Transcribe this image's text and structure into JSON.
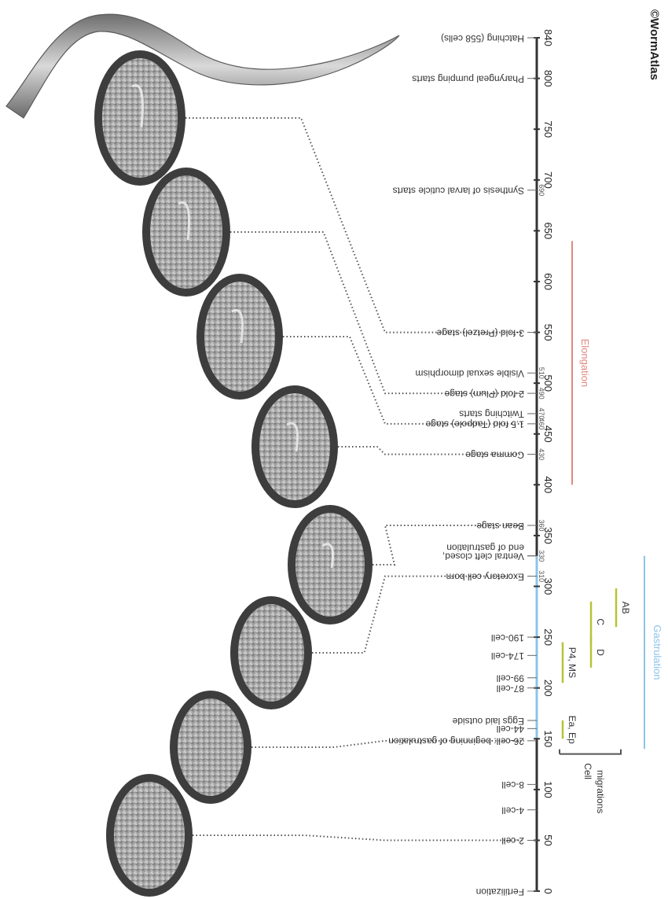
{
  "watermark": "©WormAtlas",
  "axis": {
    "ticks": [
      0,
      50,
      100,
      150,
      200,
      250,
      300,
      350,
      400,
      450,
      500,
      550,
      600,
      650,
      700,
      750,
      800,
      840
    ],
    "highlight_gastrulation": [
      150,
      330
    ]
  },
  "events": [
    {
      "t": 0,
      "label": "Fertilization",
      "marker": ""
    },
    {
      "t": 50,
      "label": "2-cell",
      "marker": ""
    },
    {
      "t": 80,
      "label": "4-cell",
      "marker": ""
    },
    {
      "t": 105,
      "label": "8-cell",
      "marker": ""
    },
    {
      "t": 148,
      "label": "26-cell: beginning of gastrulation",
      "marker": ""
    },
    {
      "t": 160,
      "label": "44-cell",
      "marker": ""
    },
    {
      "t": 168,
      "label": "Eggs laid outside",
      "marker": ""
    },
    {
      "t": 200,
      "label": "87-cell",
      "marker": ""
    },
    {
      "t": 210,
      "label": "99-cell",
      "marker": ""
    },
    {
      "t": 232,
      "label": "174-cell",
      "marker": ""
    },
    {
      "t": 250,
      "label": "190-cell",
      "marker": ""
    },
    {
      "t": 310,
      "label": "Excretory cell born",
      "marker": "310"
    },
    {
      "t": 330,
      "label": "Ventral cleft closed,",
      "marker": "330"
    },
    {
      "t": 330,
      "label": "end of gastrulation",
      "marker": ""
    },
    {
      "t": 360,
      "label": "Bean stage",
      "marker": "360"
    },
    {
      "t": 430,
      "label": "Comma stage",
      "marker": "430"
    },
    {
      "t": 460,
      "label": "1.5 fold (Tadpole) stage",
      "marker": "460"
    },
    {
      "t": 470,
      "label": "Twitching starts",
      "marker": "470"
    },
    {
      "t": 490,
      "label": "2-fold (Plum) stage",
      "marker": "490"
    },
    {
      "t": 510,
      "label": "Visible sexual dimorphism",
      "marker": "510"
    },
    {
      "t": 550,
      "label": "3-fold (Pretzel) stage",
      "marker": ""
    },
    {
      "t": 690,
      "label": "Synthesis of larval cuticle starts",
      "marker": "690"
    },
    {
      "t": 800,
      "label": "Pharyngeal pumping starts",
      "marker": ""
    },
    {
      "t": 840,
      "label": "Hatching (558 cells)",
      "marker": ""
    }
  ],
  "cell_migrations": {
    "label_line1": "Cell",
    "label_line2": "migrations",
    "bracket_range": [
      135,
      300
    ],
    "bars": [
      {
        "label": "Ea, Ep",
        "start": 150,
        "end": 168
      },
      {
        "label": "P4, MS",
        "start": 205,
        "end": 245
      },
      {
        "label": "D",
        "start": 220,
        "end": 250
      },
      {
        "label": "C",
        "start": 245,
        "end": 285
      },
      {
        "label": "AB",
        "start": 260,
        "end": 298
      }
    ]
  },
  "phases": [
    {
      "label": "Gastrulation",
      "start": 140,
      "end": 330,
      "color": "#8cc3e8"
    },
    {
      "label": "Elongation",
      "start": 400,
      "end": 640,
      "color": "#e08a80"
    }
  ],
  "colors": {
    "axis": "#333333",
    "gastrulation": "#8cc3e8",
    "elongation": "#e08a80",
    "migration_bar": "#b9c236",
    "embryo_shell": "#3d3d3d",
    "embryo_fill": "#b5b5b5"
  },
  "embryos": [
    {
      "stage": "2-cell"
    },
    {
      "stage": "26-cell"
    },
    {
      "stage": "Excretory cell born"
    },
    {
      "stage": "Bean stage"
    },
    {
      "stage": "Comma stage"
    },
    {
      "stage": "1.5 fold"
    },
    {
      "stage": "2-fold"
    },
    {
      "stage": "3-fold"
    },
    {
      "stage": "Larva"
    }
  ]
}
